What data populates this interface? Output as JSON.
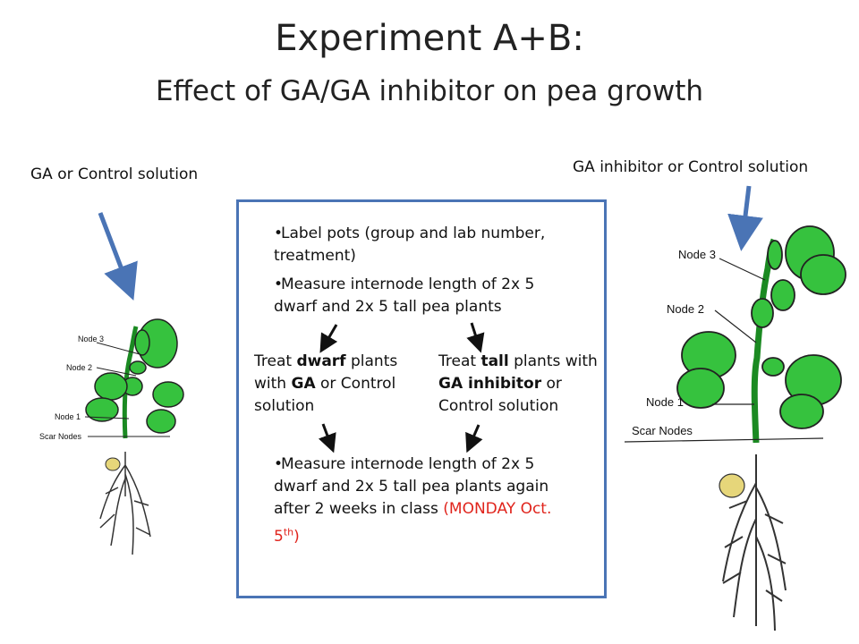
{
  "title": "Experiment A+B:",
  "subtitle": "Effect of GA/GA inhibitor on pea growth",
  "left_label": "GA or Control solution",
  "right_label": "GA inhibitor or Control solution",
  "box": {
    "bullet1": "Label pots (group and lab number, treatment)",
    "bullet2": "Measure internode length of 2x 5 dwarf and 2x 5 tall pea plants",
    "treat_dwarf": {
      "pre": "Treat ",
      "bold1": "dwarf",
      "mid": " plants with ",
      "bold2": "GA",
      "post": " or Control solution"
    },
    "treat_tall": {
      "pre": "Treat ",
      "bold1": "tall",
      "mid": " plants with ",
      "bold2": "GA inhibitor",
      "post": " or Control solution"
    },
    "bullet3_black": "Measure internode length of 2x 5 dwarf and 2x 5 tall pea plants again after 2 weeks in class",
    "bullet3_red": "(MONDAY Oct. 5",
    "bullet3_sup": "th",
    "bullet3_close": ")"
  },
  "left_plant_labels": [
    "Node 3",
    "Node 2",
    "Node 1",
    "Scar Nodes"
  ],
  "right_plant_labels": [
    "Node 3",
    "Node 2",
    "Node 1",
    "Scar Nodes"
  ],
  "colors": {
    "box_border": "#4a74b5",
    "arrow_blue": "#4a74b5",
    "leaf_green": "#2fc13a",
    "date_red": "#e0241c"
  }
}
